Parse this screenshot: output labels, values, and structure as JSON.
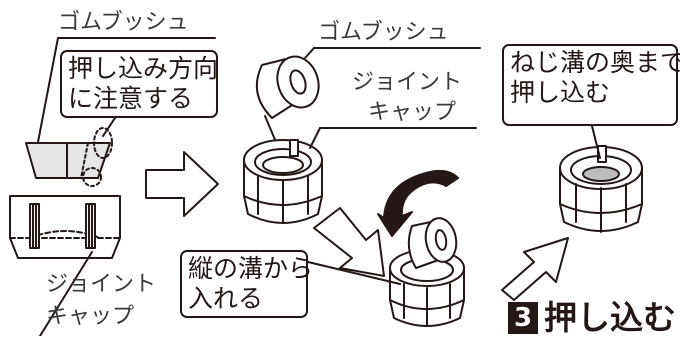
{
  "labels": {
    "rubber_bushing_left": "ゴムブッシュ",
    "rubber_bushing_top": "ゴムブッシュ",
    "joint_cap_top_line1": "ジョイント",
    "joint_cap_top_line2": "キャップ",
    "joint_cap_bottom_line1": "ジョイント",
    "joint_cap_bottom_line2": "キャップ"
  },
  "callouts": {
    "direction_note": [
      "押し込み方向",
      "に注意する"
    ],
    "vertical_groove": [
      "縦の溝から",
      "入れる"
    ],
    "thread_groove": [
      "ねじ溝の奥まで",
      "押し込む"
    ]
  },
  "step": {
    "number": "3",
    "label": "押し込む"
  }
}
